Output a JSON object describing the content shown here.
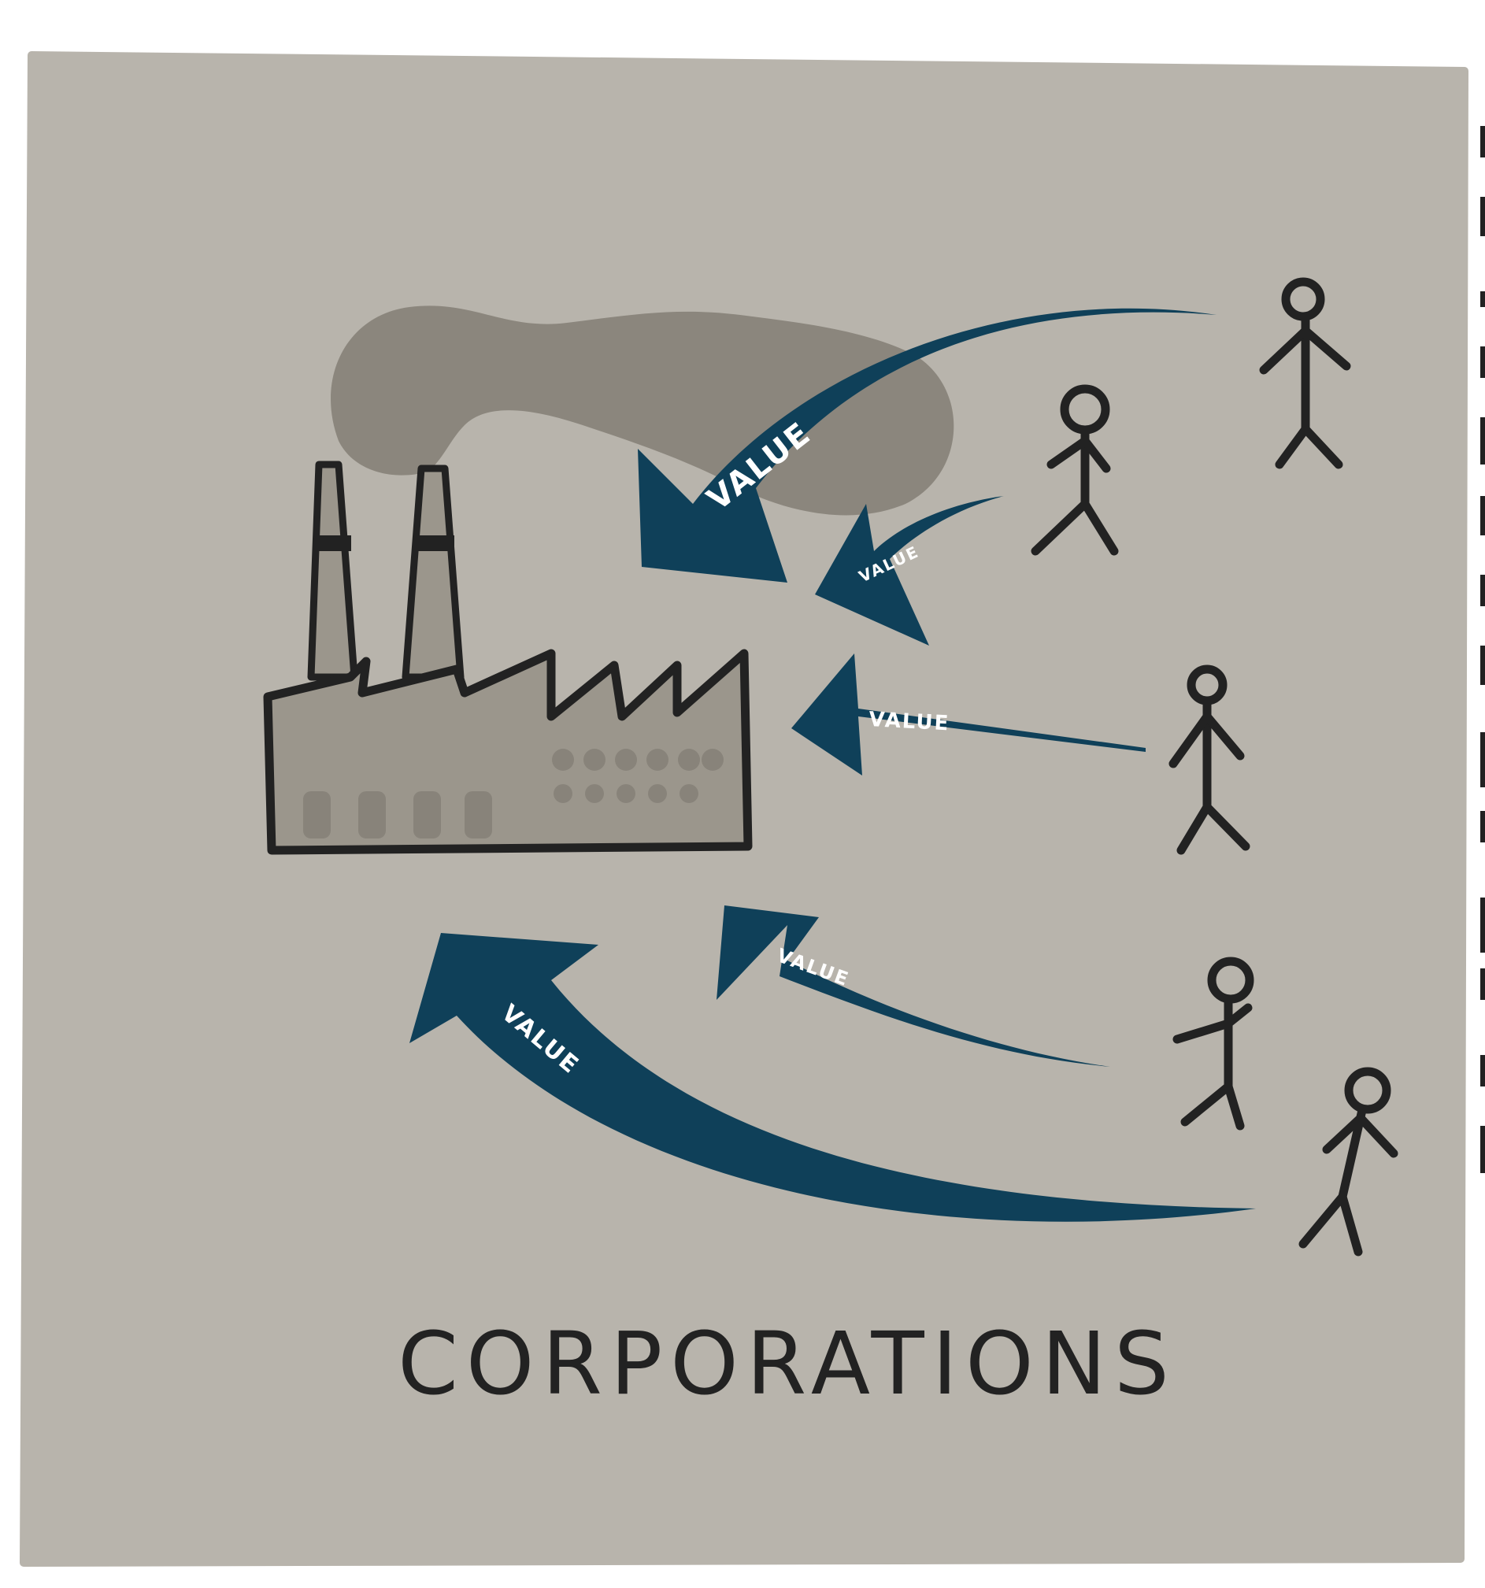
{
  "caption": "CORPORATIONS",
  "arrows": [
    {
      "label": "VALUE"
    },
    {
      "label": "VALUE"
    },
    {
      "label": "VALUE"
    },
    {
      "label": "VALUE"
    },
    {
      "label": "VALUE"
    }
  ],
  "colors": {
    "panel": "#b8b4ac",
    "arrow": "#0f4059",
    "ink": "#222222",
    "smoke": "#837e74",
    "factory": "#9b968c"
  }
}
